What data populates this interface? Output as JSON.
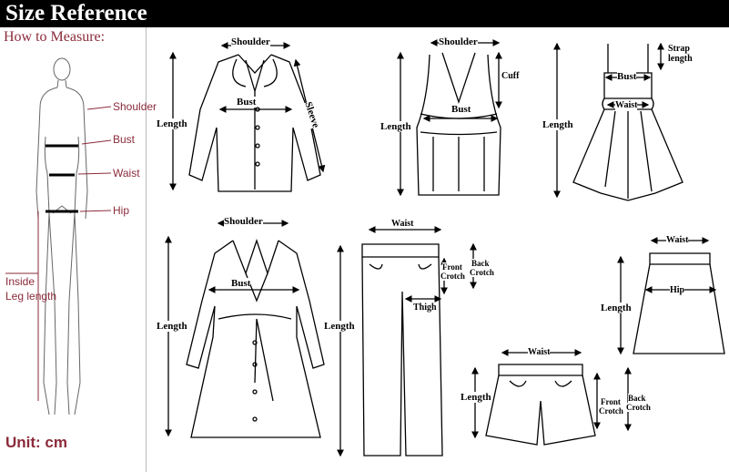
{
  "header": {
    "title": "Size Reference"
  },
  "howto": {
    "title": "How to Measure:",
    "labels": {
      "shoulder": "Shoulder",
      "bust": "Bust",
      "waist": "Waist",
      "hip": "Hip",
      "inside_line1": "Inside",
      "inside_line2": "Leg length"
    },
    "unit": "Unit: cm"
  },
  "blouse": {
    "shoulder": "Shoulder",
    "bust": "Bust",
    "length": "Length",
    "sleeve": "Sleeve"
  },
  "tank": {
    "shoulder": "Shoulder",
    "cuff": "Cuff",
    "bust": "Bust",
    "length": "Length"
  },
  "dress": {
    "strap1": "Strap",
    "strap2": "length",
    "bust": "Bust",
    "waist": "Waist",
    "length": "Length"
  },
  "coat": {
    "shoulder": "Shoulder",
    "bust": "Bust",
    "length": "Length"
  },
  "pants": {
    "waist": "Waist",
    "front1": "Front",
    "front2": "Crotch",
    "back1": "Back",
    "back2": "Crotch",
    "thigh": "Thigh",
    "length": "Length"
  },
  "skirt": {
    "waist": "Waist",
    "hip": "Hip",
    "length": "Length"
  },
  "shorts": {
    "waist": "Waist",
    "length": "Length",
    "front1": "Front",
    "front2": "Crotch",
    "back1": "Back",
    "back2": "Crotch"
  }
}
